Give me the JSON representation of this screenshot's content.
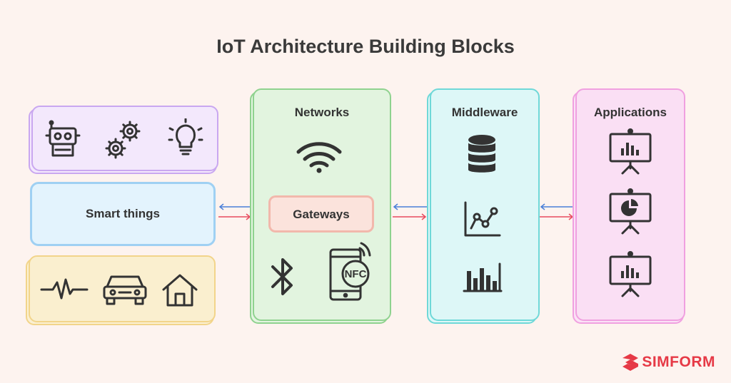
{
  "title": "IoT Architecture Building Blocks",
  "blocks": {
    "smart_things": "Smart things",
    "networks": "Networks",
    "gateways": "Gateways",
    "nfc": "NFC",
    "middleware": "Middleware",
    "applications": "Applications"
  },
  "brand": "SIMFORM",
  "colors": {
    "background": "#fdf3ef",
    "purple": "#c9a7f0",
    "blue": "#86c5f0",
    "yellow": "#f2d48a",
    "green": "#8fd28f",
    "cyan": "#6fd8d8",
    "pink": "#f0a0e0",
    "arrow_blue": "#4a7fd8",
    "arrow_red": "#e84a5f",
    "brand": "#e63946"
  }
}
